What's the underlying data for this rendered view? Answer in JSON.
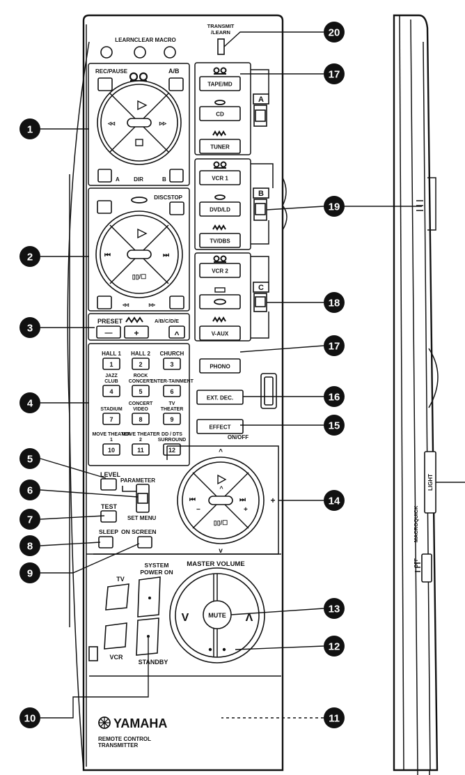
{
  "top": {
    "transmit_learn": [
      "TRANSMIT",
      "/LEARN"
    ],
    "learn_clear_macro": "LEARNCLEAR MACRO"
  },
  "tape": {
    "rec_pause": "REC/PAUSE",
    "ab": "A/B",
    "dir": "DIR",
    "a": "A",
    "b": "B"
  },
  "disc": {
    "discstop": "DISCSTOP",
    "pause_stop": "▯▯/☐"
  },
  "preset": {
    "label": "PRESET",
    "minus": "—",
    "plus": "+",
    "abcde": "A/B/C/D/E",
    "up": "^"
  },
  "sources": [
    "TAPE/MD",
    "CD",
    "TUNER",
    "VCR 1",
    "DVD/LD",
    "TV/DBS",
    "VCR 2",
    "V-AUX",
    "PHONO",
    "EXT. DEC.",
    "EFFECT"
  ],
  "switch_letters": [
    "A",
    "B",
    "C"
  ],
  "on_off": "ON/OFF",
  "programs": [
    {
      "label": "HALL 1",
      "num": "1"
    },
    {
      "label": "HALL 2",
      "num": "2"
    },
    {
      "label": "CHURCH",
      "num": "3"
    },
    {
      "label": "JAZZ CLUB",
      "num": "4"
    },
    {
      "label": "ROCK CONCERT",
      "num": "5"
    },
    {
      "label": "ENTER-TAINMENT",
      "num": "6"
    },
    {
      "label": "STADIUM",
      "num": "7"
    },
    {
      "label": "CONCERT VIDEO",
      "num": "8"
    },
    {
      "label": "TV THEATER",
      "num": "9"
    },
    {
      "label": "MOVE THEATER 1",
      "num": "10"
    },
    {
      "label": "MOVE THEATER 2",
      "num": "11"
    },
    {
      "label": "DD / DTS SURROUND",
      "num": "12"
    }
  ],
  "controls": {
    "level": "LEVEL",
    "parameter": "PARAMETER",
    "set_menu": "SET MENU",
    "test": "TEST",
    "sleep": "SLEEP",
    "on_screen": "ON SCREEN"
  },
  "dpad": {
    "minus": "−",
    "plus": "+"
  },
  "power": {
    "system_power_on": "SYSTEM POWER ON",
    "standby": "STANDBY",
    "tv": "TV",
    "vcr": "VCR"
  },
  "volume": {
    "master_volume": "MASTER VOLUME",
    "mute": "MUTE",
    "down": "V",
    "up": "Λ"
  },
  "brand": {
    "logo": "YAMAHA",
    "subtitle": [
      "REMOTE CONTROL",
      "TRANSMITTER"
    ]
  },
  "side": {
    "light": "LIGHT",
    "macro_quick": "MACROQUICK",
    "off": "OFF"
  },
  "callouts": [
    "1",
    "2",
    "3",
    "4",
    "5",
    "6",
    "7",
    "8",
    "9",
    "10",
    "11",
    "12",
    "13",
    "14",
    "15",
    "16",
    "17",
    "17",
    "18",
    "19",
    "20"
  ],
  "colors": {
    "ink": "#111111",
    "paper": "#ffffff"
  }
}
